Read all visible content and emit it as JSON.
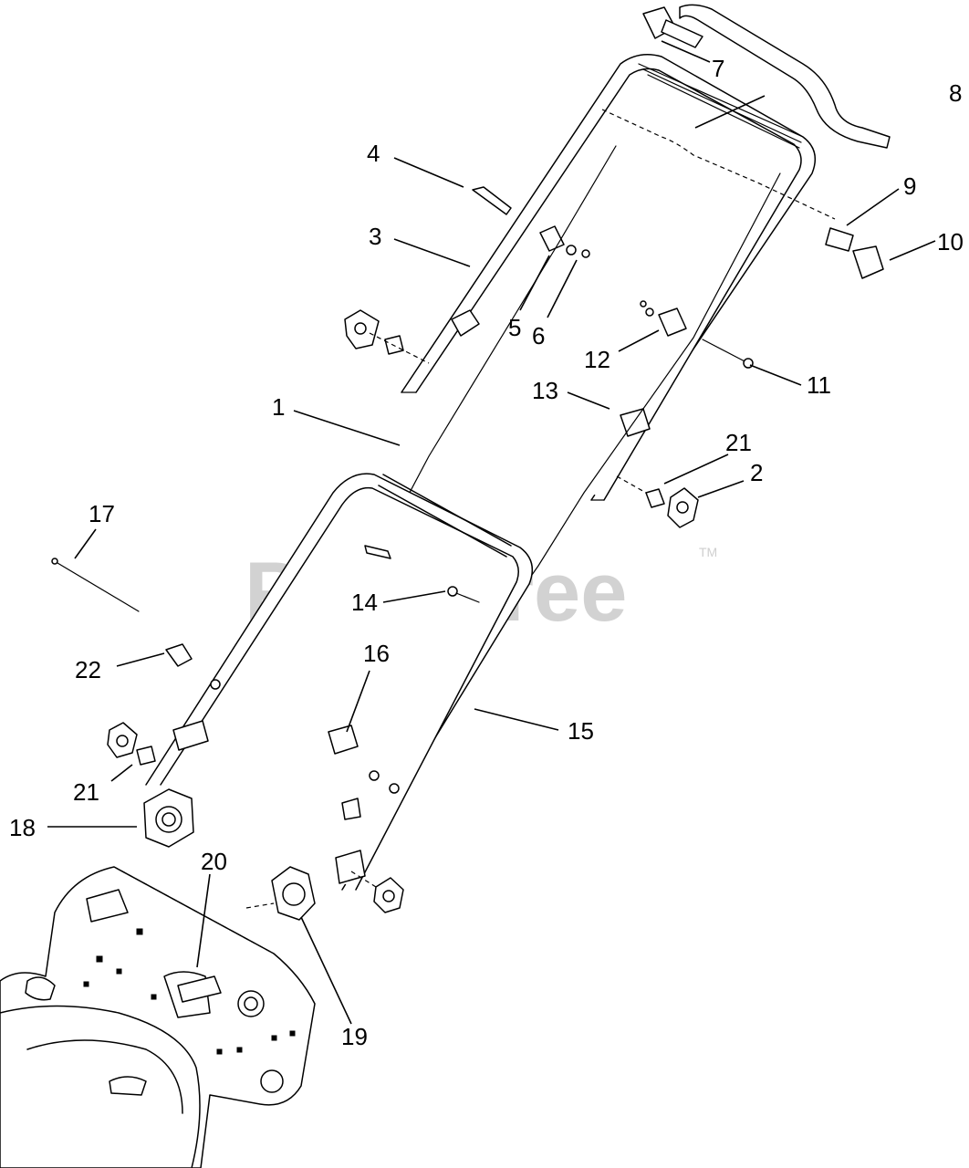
{
  "watermark": {
    "text": "PartsTree",
    "trademark": "TM"
  },
  "callouts": {
    "c1": "1",
    "c2": "2",
    "c3": "3",
    "c4": "4",
    "c5": "5",
    "c6": "6",
    "c7": "7",
    "c8": "8",
    "c9": "9",
    "c10": "10",
    "c11": "11",
    "c12": "12",
    "c13": "13",
    "c14": "14",
    "c15": "15",
    "c16": "16",
    "c17": "17",
    "c18": "18",
    "c19": "19",
    "c20": "20",
    "c21a": "21",
    "c21b": "21",
    "c22": "22"
  }
}
